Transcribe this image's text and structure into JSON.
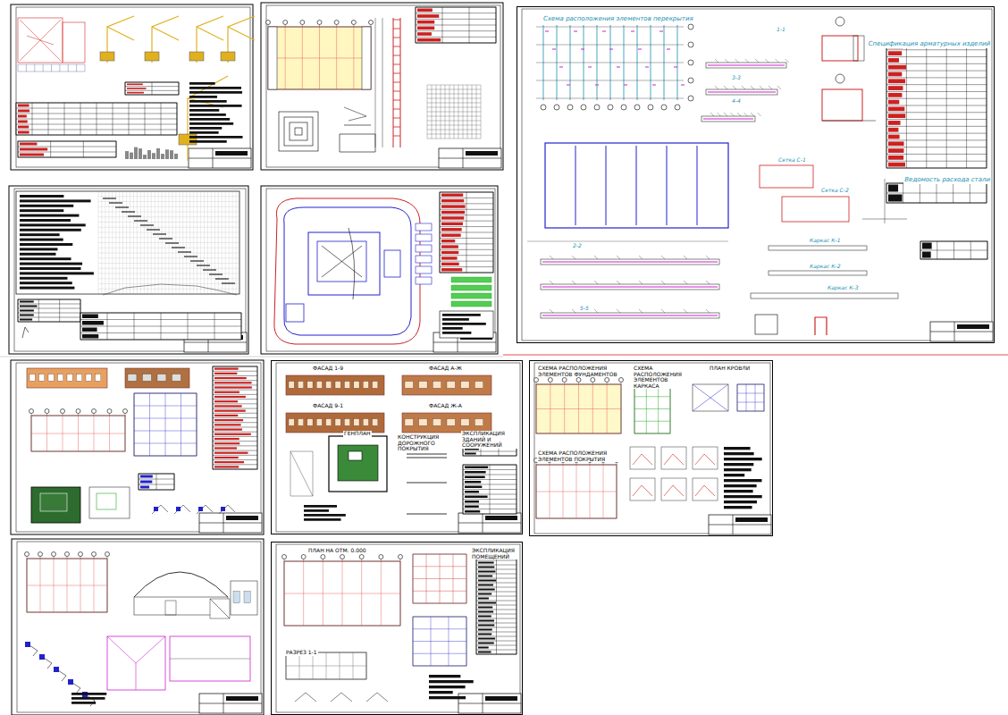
{
  "diagram": {
    "nodes": [
      {
        "text": [
          "Схема расположения элементов перекрытия",
          "Спецификация арматурных изделий",
          "Ведомость расхода стали"
        ]
      },
      {
        "text": [
          "ФАСАД 1-9",
          "ФАСАД А-Ж",
          "ФАСАД 9-1",
          "ФАСАД Ж-А",
          "ГЕНПЛАН",
          "КОНСТРУКЦИЯ ДОРОЖНОГО ПОКРЫТИЯ",
          "ЭКСПЛИКАЦИЯ ЗДАНИЙ И СООРУЖЕНИЙ"
        ]
      },
      {
        "text": [
          "СХЕМА РАСПОЛОЖЕНИЯ ЭЛЕМЕНТОВ ФУНДАМЕНТОВ",
          "СХЕМА РАСПОЛОЖЕНИЯ ЭЛЕМЕНТОВ КАРКАСА",
          "ПЛАН КРОВЛИ",
          "СХЕМА РАСПОЛОЖЕНИЯ ЭЛЕМЕНТОВ ПОКРЫТИЯ"
        ]
      },
      {
        "text": [
          "ПЛАН НА ОТМ. 0.000",
          "ЭКСПЛИКАЦИЯ ПОМЕЩЕНИЙ",
          "РАЗРЕЗ 1-1"
        ]
      }
    ],
    "labels": [
      "1-1",
      "3-3",
      "4-4",
      "2-2",
      "5-5",
      "Сетка С-1",
      "Сетка С-2",
      "Каркас К-1",
      "Каркас К-2",
      "Каркас К-3"
    ]
  }
}
